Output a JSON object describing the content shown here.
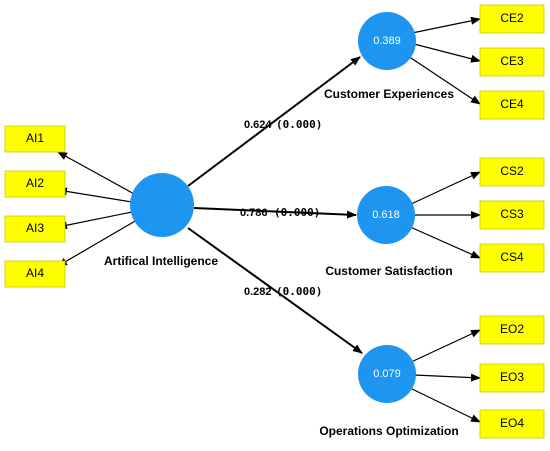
{
  "colors": {
    "circle": "#1e95f0",
    "box": "#ffff00",
    "box_border": "#c9c900",
    "arrow": "#000000"
  },
  "ai": {
    "label": "Artifical Intelligence",
    "indicators": [
      "AI1",
      "AI2",
      "AI3",
      "AI4"
    ]
  },
  "ce": {
    "label": "Customer Experiences",
    "r2": "0.389",
    "indicators": [
      "CE2",
      "CE3",
      "CE4"
    ]
  },
  "cs": {
    "label": "Customer Satisfaction",
    "r2": "0.618",
    "indicators": [
      "CS2",
      "CS3",
      "CS4"
    ]
  },
  "eo": {
    "label": "Operations Optimization",
    "r2": "0.079",
    "indicators": [
      "EO2",
      "EO3",
      "EO4"
    ]
  },
  "paths": {
    "ai_ce": {
      "coef": "0.624",
      "p": "(0.000)"
    },
    "ai_cs": {
      "coef": "0.786",
      "p": "(0.000)"
    },
    "ai_eo": {
      "coef": "0.282",
      "p": "(0.000)"
    }
  }
}
